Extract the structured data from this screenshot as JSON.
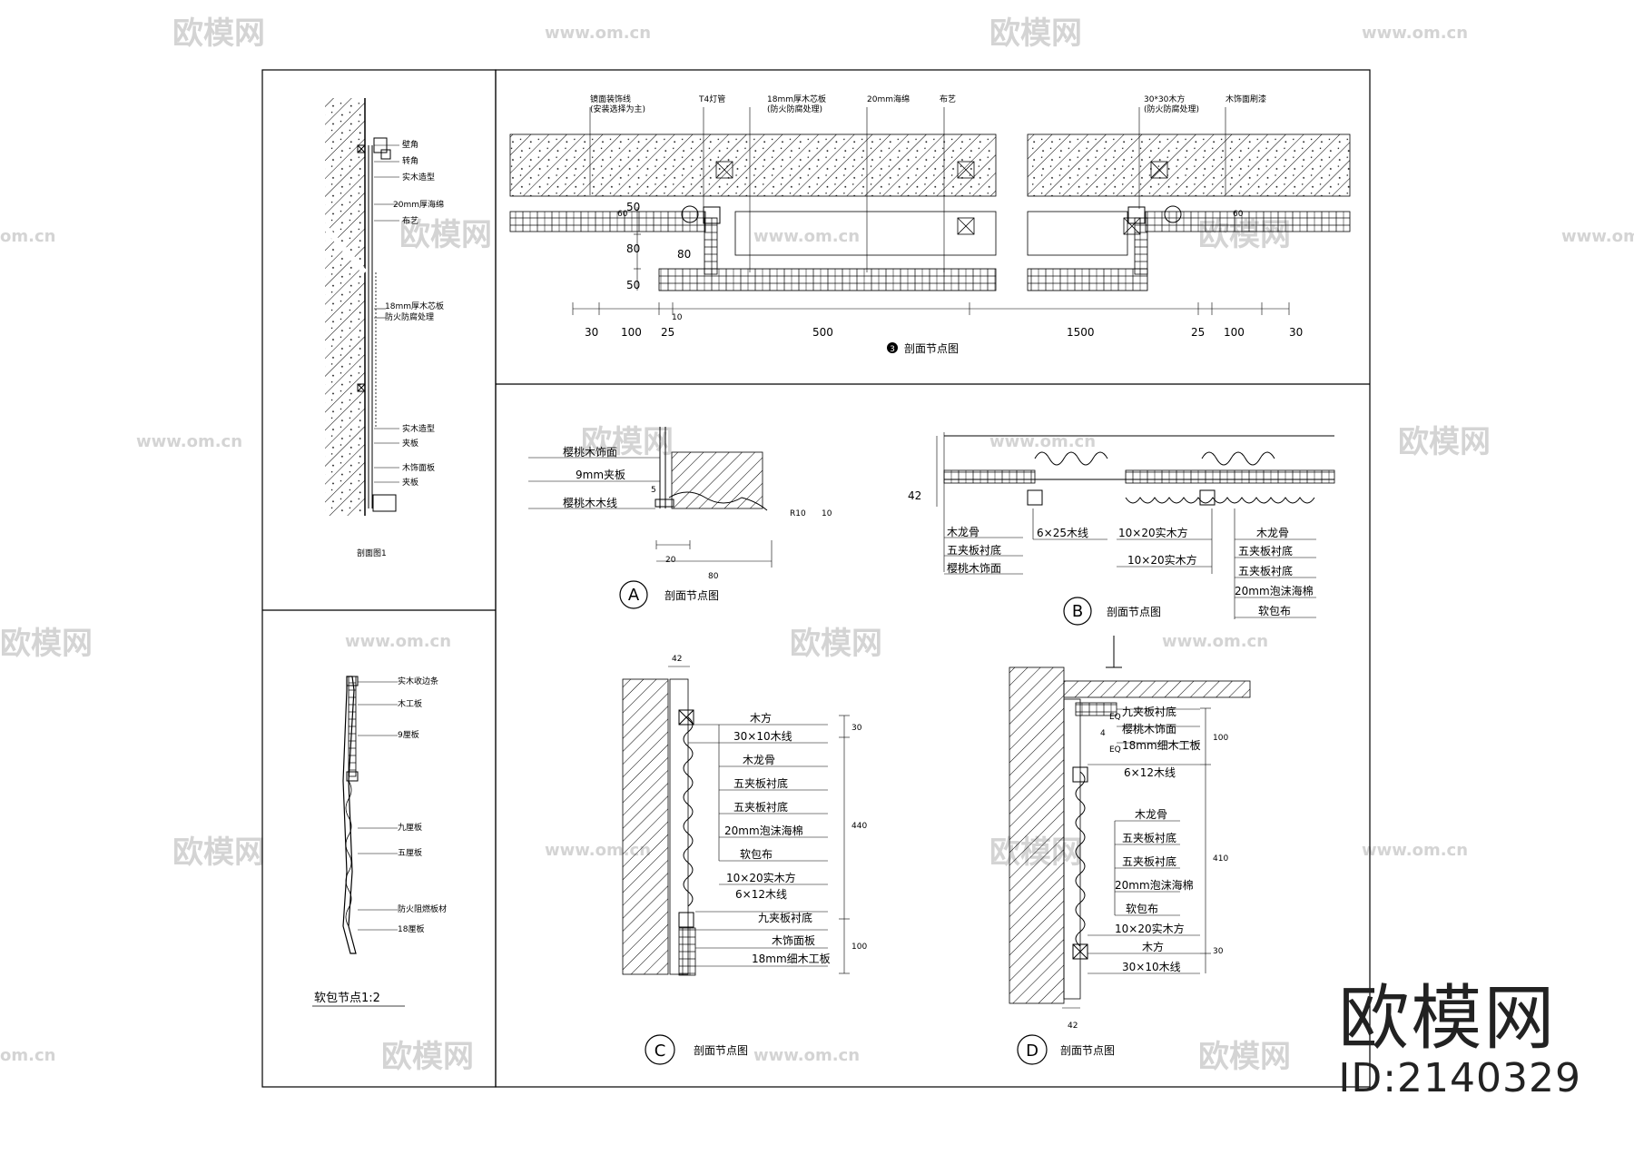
{
  "watermark": {
    "logo": "欧模网",
    "url": "www.om.cn",
    "url_short": "om.cn"
  },
  "brand": {
    "logo": "欧模网",
    "id": "ID:2140329"
  },
  "panel_left_top": {
    "labels": [
      "壁角",
      "转角",
      "实木造型",
      "20mm厚海绵",
      "布艺",
      "18mm厚木芯板",
      "防火防腐处理",
      "实木造型",
      "夹板",
      "木饰面板",
      "夹板"
    ],
    "caption": "剖面图1"
  },
  "panel_left_bottom": {
    "labels": [
      "实木收边条",
      "木工板",
      "9厘板",
      "九厘板",
      "五厘板",
      "防火阻燃板材",
      "18厘板"
    ],
    "caption": "软包节点1:2"
  },
  "detail_3": {
    "callouts": [
      "镜面装饰线",
      "(安装选择为主)",
      "T4灯管",
      "18mm厚木芯板",
      "(防火防腐处理)",
      "20mm海绵",
      "布艺",
      "30*30木方",
      "(防火防腐处理)",
      "木饰面刷漆"
    ],
    "dims_left": [
      "80",
      "50",
      "80"
    ],
    "dims_small": [
      "60",
      "50",
      "10",
      "60"
    ],
    "dims_bottom": [
      "30",
      "100",
      "25",
      "500",
      "1500",
      "25",
      "100",
      "30"
    ],
    "marker": "3",
    "caption": "剖面节点图"
  },
  "detail_A": {
    "labels": [
      "樱桃木饰面",
      "9mm夹板",
      "樱桃木木线"
    ],
    "dims": [
      "5",
      "R10",
      "10",
      "20",
      "80"
    ],
    "marker": "A",
    "caption": "剖面节点图"
  },
  "detail_B": {
    "labels_left": [
      "木龙骨",
      "五夹板衬底",
      "樱桃木饰面"
    ],
    "label_mid": "6×25木线",
    "labels_center": [
      "10×20实木方",
      "10×20实木方"
    ],
    "labels_right": [
      "木龙骨",
      "五夹板衬底",
      "五夹板衬底",
      "20mm泡沫海棉",
      "软包布"
    ],
    "dim": "42",
    "marker": "B",
    "caption": "剖面节点图"
  },
  "detail_C": {
    "labels": [
      "木方",
      "30×10木线",
      "木龙骨",
      "五夹板衬底",
      "五夹板衬底",
      "20mm泡沫海棉",
      "软包布",
      "10×20实木方",
      "6×12木线",
      "九夹板衬底",
      "木饰面板",
      "18mm细木工板"
    ],
    "dims": [
      "42",
      "30",
      "440",
      "100"
    ],
    "marker": "C",
    "caption": "剖面节点图"
  },
  "detail_D": {
    "labels": [
      "九夹板衬底",
      "樱桃木饰面",
      "18mm细木工板",
      "6×12木线",
      "木龙骨",
      "五夹板衬底",
      "五夹板衬底",
      "20mm泡沫海棉",
      "软包布",
      "10×20实木方",
      "木方",
      "30×10木线"
    ],
    "dims": [
      "EQ",
      "EQ",
      "4",
      "100",
      "410",
      "30",
      "42"
    ],
    "marker": "D",
    "caption": "剖面节点图"
  }
}
